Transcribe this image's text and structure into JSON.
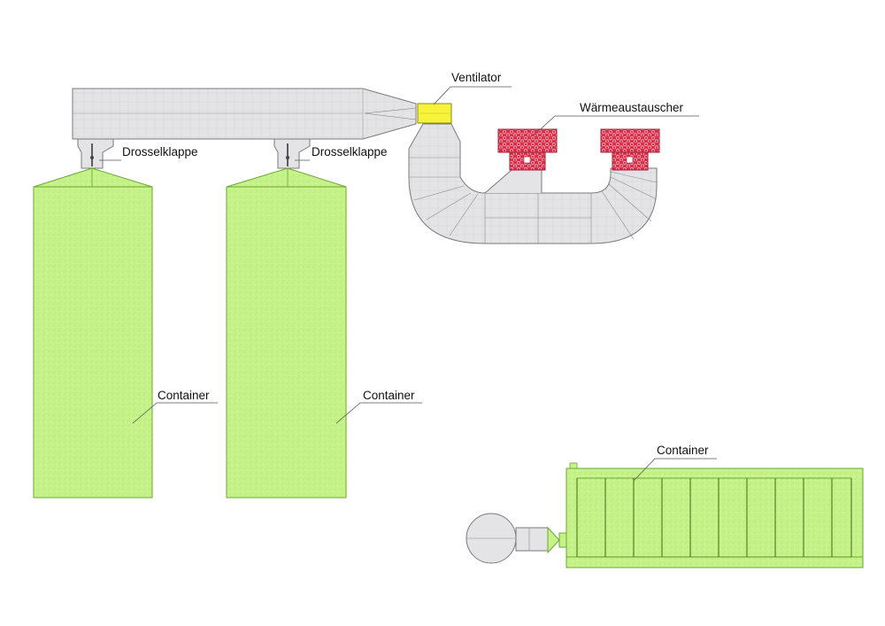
{
  "labels": {
    "fan": "Ventilator",
    "heat_exchanger": "Wärmeaustauscher",
    "damper_left": "Drosselklappe",
    "damper_right": "Drosselklappe",
    "container_left": "Container",
    "container_middle": "Container",
    "container_bottom": "Container"
  },
  "colors": {
    "duct": "#e4e4e6",
    "duct_stroke": "#7a7a7a",
    "container": "#c6f28a",
    "container_stroke": "#6aa82e",
    "fan": "#f7f23a",
    "heat_exchanger": "#d9304a",
    "leader": "#555555"
  }
}
